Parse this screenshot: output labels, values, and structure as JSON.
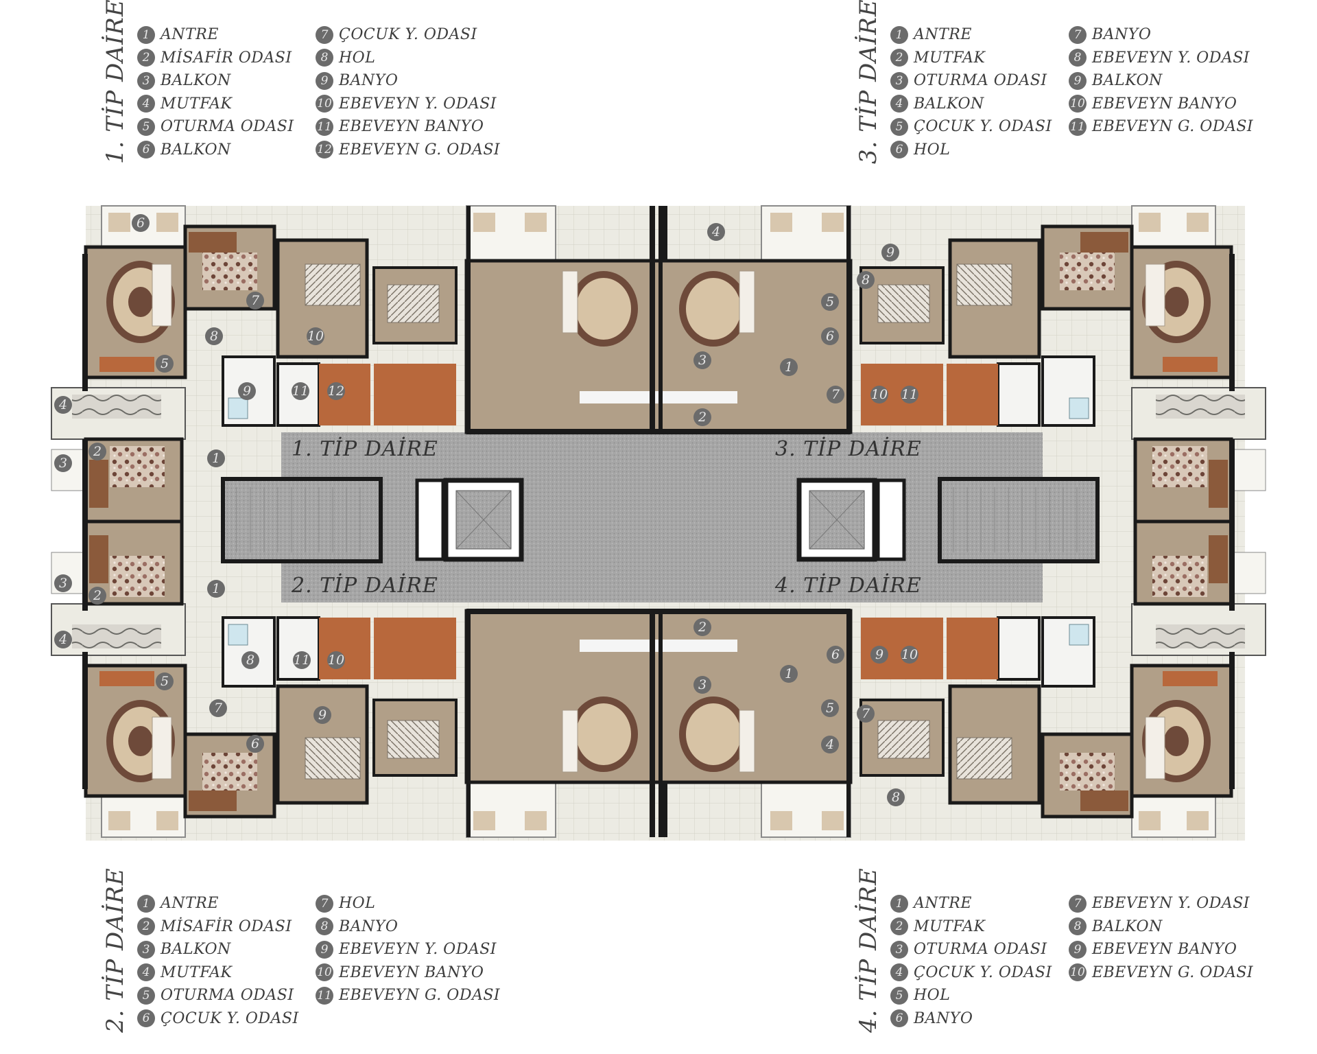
{
  "legends": [
    {
      "id": "legend-1",
      "title": "1. TİP DAİRE",
      "items": [
        {
          "n": "1",
          "label": "ANTRE"
        },
        {
          "n": "2",
          "label": "MİSAFİR ODASI"
        },
        {
          "n": "3",
          "label": "BALKON"
        },
        {
          "n": "4",
          "label": "MUTFAK"
        },
        {
          "n": "5",
          "label": "OTURMA ODASI"
        },
        {
          "n": "6",
          "label": "BALKON"
        },
        {
          "n": "7",
          "label": "ÇOCUK Y. ODASI"
        },
        {
          "n": "8",
          "label": "HOL"
        },
        {
          "n": "9",
          "label": "BANYO"
        },
        {
          "n": "10",
          "label": "EBEVEYN Y. ODASI"
        },
        {
          "n": "11",
          "label": "EBEVEYN BANYO"
        },
        {
          "n": "12",
          "label": "EBEVEYN G. ODASI"
        }
      ]
    },
    {
      "id": "legend-3",
      "title": "3. TİP DAİRE",
      "items": [
        {
          "n": "1",
          "label": "ANTRE"
        },
        {
          "n": "2",
          "label": "MUTFAK"
        },
        {
          "n": "3",
          "label": "OTURMA ODASI"
        },
        {
          "n": "4",
          "label": "BALKON"
        },
        {
          "n": "5",
          "label": "ÇOCUK Y. ODASI"
        },
        {
          "n": "6",
          "label": "HOL"
        },
        {
          "n": "7",
          "label": "BANYO"
        },
        {
          "n": "8",
          "label": "EBEVEYN Y. ODASI"
        },
        {
          "n": "9",
          "label": "BALKON"
        },
        {
          "n": "10",
          "label": "EBEVEYN  BANYO"
        },
        {
          "n": "11",
          "label": "EBEVEYN  G. ODASI"
        }
      ]
    },
    {
      "id": "legend-2",
      "title": "2. TİP DAİRE",
      "items": [
        {
          "n": "1",
          "label": "ANTRE"
        },
        {
          "n": "2",
          "label": "MİSAFİR ODASI"
        },
        {
          "n": "3",
          "label": "BALKON"
        },
        {
          "n": "4",
          "label": "MUTFAK"
        },
        {
          "n": "5",
          "label": "OTURMA ODASI"
        },
        {
          "n": "6",
          "label": "ÇOCUK Y. ODASI"
        },
        {
          "n": "7",
          "label": "HOL"
        },
        {
          "n": "8",
          "label": "BANYO"
        },
        {
          "n": "9",
          "label": "EBEVEYN Y. ODASI"
        },
        {
          "n": "10",
          "label": "EBEVEYN BANYO"
        },
        {
          "n": "11",
          "label": "EBEVEYN G. ODASI"
        }
      ]
    },
    {
      "id": "legend-4",
      "title": "4. TİP DAİRE",
      "items": [
        {
          "n": "1",
          "label": "ANTRE"
        },
        {
          "n": "2",
          "label": "MUTFAK"
        },
        {
          "n": "3",
          "label": "OTURMA ODASI"
        },
        {
          "n": "4",
          "label": "ÇOCUK Y. ODASI"
        },
        {
          "n": "5",
          "label": "HOL"
        },
        {
          "n": "6",
          "label": "BANYO"
        },
        {
          "n": "7",
          "label": "EBEVEYN Y. ODASI"
        },
        {
          "n": "8",
          "label": "BALKON"
        },
        {
          "n": "9",
          "label": "EBEVEYN  BANYO"
        },
        {
          "n": "10",
          "label": "EBEVEYN  G. ODASI"
        }
      ]
    }
  ],
  "plan": {
    "labels": {
      "tip1": "1. TİP DAİRE",
      "tip2": "2. TİP DAİRE",
      "tip3": "3. TİP DAİRE",
      "tip4": "4. TİP DAİRE"
    },
    "room_numbers": {
      "a1": [
        "6",
        "7",
        "8",
        "5",
        "10",
        "9",
        "11",
        "12",
        "4",
        "3",
        "2",
        "1"
      ],
      "a3": [
        "4",
        "9",
        "8",
        "5",
        "6",
        "3",
        "2",
        "1",
        "7",
        "10",
        "11"
      ],
      "a2": [
        "3",
        "2",
        "1",
        "4",
        "8",
        "11",
        "10",
        "5",
        "7",
        "9",
        "6"
      ],
      "a4": [
        "2",
        "3",
        "1",
        "6",
        "9",
        "10",
        "5",
        "7",
        "4",
        "8"
      ]
    },
    "colors": {
      "wall": "#1a1a1a",
      "corridor": "#a9a9a9",
      "floor_tile": "#ecebe3",
      "room_floor": "#b19f88",
      "carpet": "#6e4a3a",
      "wood": "#b8683c",
      "number_badge": "#6b6b6b"
    }
  }
}
